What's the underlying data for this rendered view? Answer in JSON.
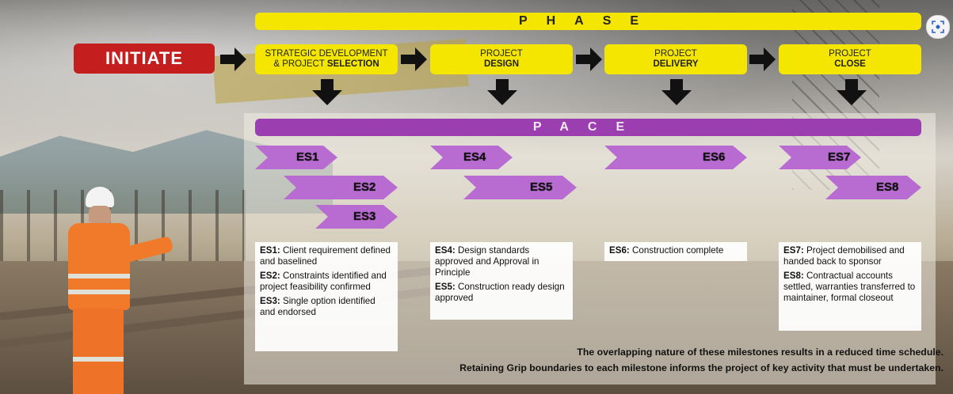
{
  "phase_label": "PHASE",
  "pace_label": "PACE",
  "initiate_label": "INITIATE",
  "stages": [
    {
      "line1": "STRATEGIC DEVELOPMENT",
      "line2_pre": "& PROJECT ",
      "line2_bold": "SELECTION"
    },
    {
      "line1": "PROJECT",
      "line2_pre": "",
      "line2_bold": "DESIGN"
    },
    {
      "line1": "PROJECT",
      "line2_pre": "",
      "line2_bold": "DELIVERY"
    },
    {
      "line1": "PROJECT",
      "line2_pre": "",
      "line2_bold": "CLOSE"
    }
  ],
  "milestones": [
    "ES1",
    "ES2",
    "ES3",
    "ES4",
    "ES5",
    "ES6",
    "ES7",
    "ES8"
  ],
  "descriptions": [
    {
      "items": [
        {
          "code": "ES1:",
          "text": " Client requirement defined and baselined"
        },
        {
          "code": "ES2:",
          "text": " Constraints identified and project feasibility confirmed"
        },
        {
          "code": "ES3:",
          "text": " Single option identified and endorsed"
        }
      ]
    },
    {
      "items": [
        {
          "code": "ES4:",
          "text": " Design standards approved and Approval in Principle"
        },
        {
          "code": "ES5:",
          "text": " Construction ready design approved"
        }
      ]
    },
    {
      "items": [
        {
          "code": "ES6:",
          "text": " Construction complete"
        }
      ]
    },
    {
      "items": [
        {
          "code": "ES7:",
          "text": " Project demobilised and handed back to sponsor"
        },
        {
          "code": "ES8:",
          "text": " Contractual accounts settled, warranties transferred to maintainer, formal closeout"
        }
      ]
    }
  ],
  "footer_line1": "The overlapping nature of these milestones results in a reduced time schedule.",
  "footer_line2": "Retaining Grip boundaries to each milestone informs the project of key activity that must be undertaken.",
  "colors": {
    "phase": "#f4e600",
    "pace": "#9b3fb0",
    "initiate": "#c41e1e",
    "milestone": "#b86bd0"
  },
  "corner_icon": "screenshot-lens-icon"
}
